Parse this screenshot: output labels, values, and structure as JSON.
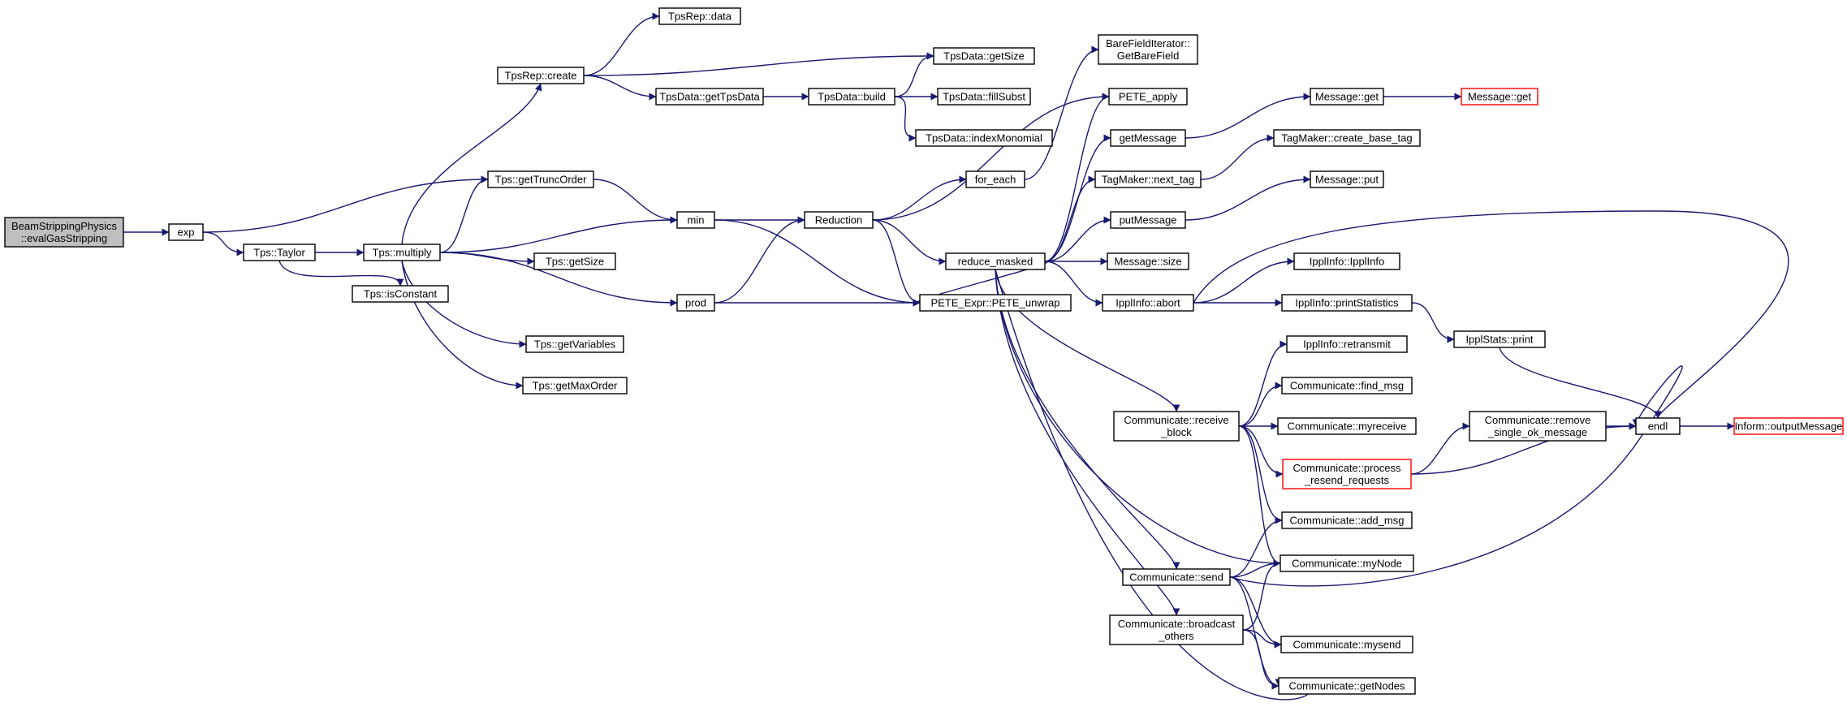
{
  "graph": {
    "title": "",
    "edge_color": "#191970",
    "root_fill": "#bfbfbf",
    "truncated_border": "#ff0000",
    "nodes": [
      {
        "id": "root",
        "lines": [
          "BeamStrippingPhysics",
          "::evalGasStripping"
        ],
        "kind": "root"
      },
      {
        "id": "exp",
        "lines": [
          "exp"
        ]
      },
      {
        "id": "taylor",
        "lines": [
          "Tps::Taylor"
        ]
      },
      {
        "id": "multiply",
        "lines": [
          "Tps::multiply"
        ]
      },
      {
        "id": "isconstant",
        "lines": [
          "Tps::isConstant"
        ]
      },
      {
        "id": "tpsrepcreate",
        "lines": [
          "TpsRep::create"
        ]
      },
      {
        "id": "tpsrepdata",
        "lines": [
          "TpsRep::data"
        ]
      },
      {
        "id": "gettruncorder",
        "lines": [
          "Tps::getTruncOrder"
        ]
      },
      {
        "id": "getsize",
        "lines": [
          "Tps::getSize"
        ]
      },
      {
        "id": "getvariables",
        "lines": [
          "Tps::getVariables"
        ]
      },
      {
        "id": "getmaxorder",
        "lines": [
          "Tps::getMaxOrder"
        ]
      },
      {
        "id": "gettpsdata",
        "lines": [
          "TpsData::getTpsData"
        ]
      },
      {
        "id": "tpsdatagetsize",
        "lines": [
          "TpsData::getSize"
        ]
      },
      {
        "id": "tpsdatabuild",
        "lines": [
          "TpsData::build"
        ]
      },
      {
        "id": "fillsubst",
        "lines": [
          "TpsData::fillSubst"
        ]
      },
      {
        "id": "indexmonomial",
        "lines": [
          "TpsData::indexMonomial"
        ]
      },
      {
        "id": "min",
        "lines": [
          "min"
        ]
      },
      {
        "id": "prod",
        "lines": [
          "prod"
        ]
      },
      {
        "id": "reduction",
        "lines": [
          "Reduction"
        ]
      },
      {
        "id": "foreach",
        "lines": [
          "for_each"
        ]
      },
      {
        "id": "barefield",
        "lines": [
          "BareFieldIterator::",
          "GetBareField"
        ]
      },
      {
        "id": "reducemasked",
        "lines": [
          "reduce_masked"
        ]
      },
      {
        "id": "peteunwrap",
        "lines": [
          "PETE_Expr::PETE_unwrap"
        ]
      },
      {
        "id": "peteapply",
        "lines": [
          "PETE_apply"
        ]
      },
      {
        "id": "getmessage",
        "lines": [
          "getMessage"
        ]
      },
      {
        "id": "nexttag",
        "lines": [
          "TagMaker::next_tag"
        ]
      },
      {
        "id": "putmessage",
        "lines": [
          "putMessage"
        ]
      },
      {
        "id": "messagesize",
        "lines": [
          "Message::size"
        ]
      },
      {
        "id": "ipplabort",
        "lines": [
          "IpplInfo::abort"
        ]
      },
      {
        "id": "messageget",
        "lines": [
          "Message::get"
        ]
      },
      {
        "id": "messageget2",
        "lines": [
          "Message::get"
        ],
        "kind": "trunc"
      },
      {
        "id": "createbasetag",
        "lines": [
          "TagMaker::create_base_tag"
        ]
      },
      {
        "id": "messageput",
        "lines": [
          "Message::put"
        ]
      },
      {
        "id": "ipplinfoctor",
        "lines": [
          "IpplInfo::IpplInfo"
        ]
      },
      {
        "id": "printstatistics",
        "lines": [
          "IpplInfo::printStatistics"
        ]
      },
      {
        "id": "ipplstatsprint",
        "lines": [
          "IpplStats::print"
        ]
      },
      {
        "id": "retransmit",
        "lines": [
          "IpplInfo::retransmit"
        ]
      },
      {
        "id": "findmsg",
        "lines": [
          "Communicate::find_msg"
        ]
      },
      {
        "id": "myreceive",
        "lines": [
          "Communicate::myreceive"
        ]
      },
      {
        "id": "receiveblock",
        "lines": [
          "Communicate::receive",
          "_block"
        ]
      },
      {
        "id": "processresend",
        "lines": [
          "Communicate::process",
          "_resend_requests"
        ],
        "kind": "trunc"
      },
      {
        "id": "removesingle",
        "lines": [
          "Communicate::remove",
          "_single_ok_message"
        ]
      },
      {
        "id": "endl",
        "lines": [
          "endl"
        ]
      },
      {
        "id": "outputmessage",
        "lines": [
          "Inform::outputMessage"
        ],
        "kind": "trunc"
      },
      {
        "id": "addmsg",
        "lines": [
          "Communicate::add_msg"
        ]
      },
      {
        "id": "send",
        "lines": [
          "Communicate::send"
        ]
      },
      {
        "id": "mynode",
        "lines": [
          "Communicate::myNode"
        ]
      },
      {
        "id": "broadcast",
        "lines": [
          "Communicate::broadcast",
          "_others"
        ]
      },
      {
        "id": "mysend",
        "lines": [
          "Communicate::mysend"
        ]
      },
      {
        "id": "getnodes",
        "lines": [
          "Communicate::getNodes"
        ]
      }
    ],
    "edges": [
      [
        "root",
        "exp"
      ],
      [
        "exp",
        "taylor"
      ],
      [
        "exp",
        "gettruncorder"
      ],
      [
        "taylor",
        "multiply"
      ],
      [
        "taylor",
        "isconstant"
      ],
      [
        "multiply",
        "tpsrepcreate"
      ],
      [
        "multiply",
        "gettruncorder"
      ],
      [
        "multiply",
        "min"
      ],
      [
        "multiply",
        "getsize"
      ],
      [
        "multiply",
        "prod"
      ],
      [
        "multiply",
        "getvariables"
      ],
      [
        "multiply",
        "getmaxorder"
      ],
      [
        "tpsrepcreate",
        "tpsrepdata"
      ],
      [
        "tpsrepcreate",
        "tpsdatagetsize"
      ],
      [
        "tpsrepcreate",
        "gettpsdata"
      ],
      [
        "gettpsdata",
        "tpsdatabuild"
      ],
      [
        "tpsdatabuild",
        "tpsdatagetsize"
      ],
      [
        "tpsdatabuild",
        "fillsubst"
      ],
      [
        "tpsdatabuild",
        "indexmonomial"
      ],
      [
        "gettruncorder",
        "min"
      ],
      [
        "min",
        "reduction"
      ],
      [
        "min",
        "peteunwrap"
      ],
      [
        "prod",
        "reduction"
      ],
      [
        "prod",
        "peteunwrap"
      ],
      [
        "reduction",
        "foreach"
      ],
      [
        "reduction",
        "peteapply"
      ],
      [
        "reduction",
        "reducemasked"
      ],
      [
        "reduction",
        "peteunwrap"
      ],
      [
        "foreach",
        "barefield"
      ],
      [
        "reducemasked",
        "peteunwrap"
      ],
      [
        "reducemasked",
        "peteapply"
      ],
      [
        "reducemasked",
        "getmessage"
      ],
      [
        "reducemasked",
        "nexttag"
      ],
      [
        "reducemasked",
        "putmessage"
      ],
      [
        "reducemasked",
        "messagesize"
      ],
      [
        "reducemasked",
        "ipplabort"
      ],
      [
        "reducemasked",
        "receiveblock"
      ],
      [
        "reducemasked",
        "send"
      ],
      [
        "reducemasked",
        "broadcast"
      ],
      [
        "reducemasked",
        "mynode"
      ],
      [
        "reducemasked",
        "getnodes"
      ],
      [
        "getmessage",
        "messageget"
      ],
      [
        "messageget",
        "messageget2"
      ],
      [
        "nexttag",
        "createbasetag"
      ],
      [
        "putmessage",
        "messageput"
      ],
      [
        "ipplabort",
        "ipplinfoctor"
      ],
      [
        "ipplabort",
        "printstatistics"
      ],
      [
        "ipplabort",
        "endl"
      ],
      [
        "printstatistics",
        "ipplstatsprint"
      ],
      [
        "ipplstatsprint",
        "endl"
      ],
      [
        "receiveblock",
        "retransmit"
      ],
      [
        "receiveblock",
        "findmsg"
      ],
      [
        "receiveblock",
        "myreceive"
      ],
      [
        "receiveblock",
        "processresend"
      ],
      [
        "receiveblock",
        "addmsg"
      ],
      [
        "receiveblock",
        "mynode"
      ],
      [
        "processresend",
        "removesingle"
      ],
      [
        "processresend",
        "endl"
      ],
      [
        "removesingle",
        "endl"
      ],
      [
        "endl",
        "outputmessage"
      ],
      [
        "send",
        "addmsg"
      ],
      [
        "send",
        "mynode"
      ],
      [
        "send",
        "mysend"
      ],
      [
        "send",
        "getnodes"
      ],
      [
        "send",
        "endl"
      ],
      [
        "broadcast",
        "mynode"
      ],
      [
        "broadcast",
        "mysend"
      ],
      [
        "broadcast",
        "getnodes"
      ]
    ]
  }
}
